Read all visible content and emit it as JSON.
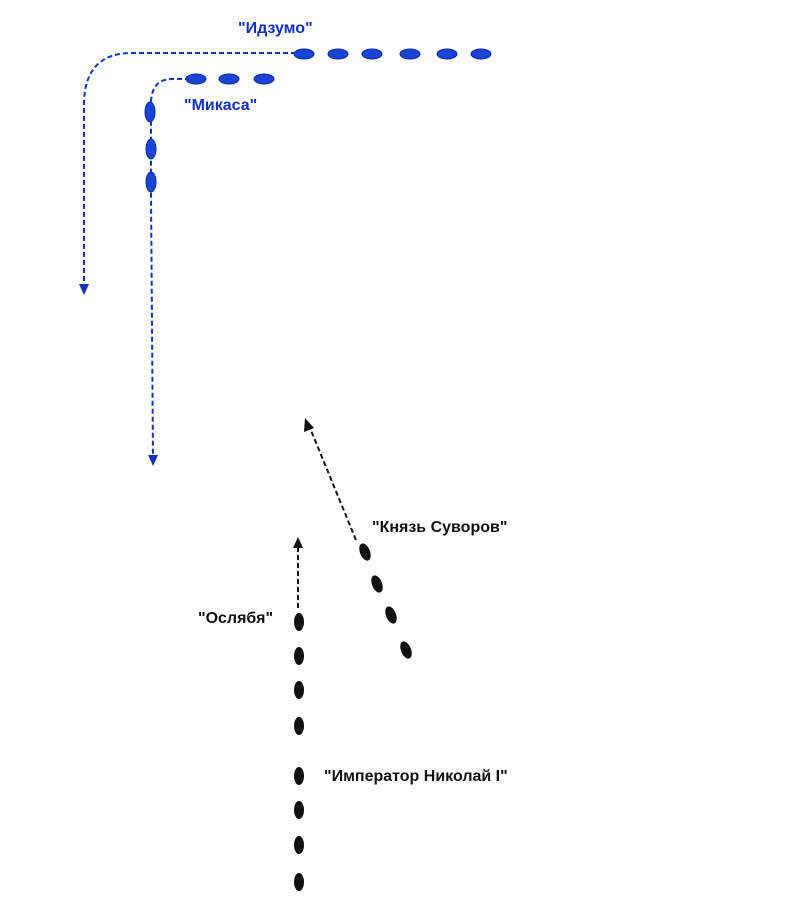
{
  "colors": {
    "japanese": "#1133bb",
    "japanese_ship": "#1a44d6",
    "russian": "#111111",
    "background": "#ffffff"
  },
  "labels": {
    "izumo": "\"Идзумо\"",
    "mikasa": "\"Микаса\"",
    "suvorov": "\"Князь Суворов\"",
    "oslyabya": "\"Ослябя\"",
    "nikolai": "\"Император Николай I\""
  },
  "icons": {
    "ship": "ellipse-ship-icon",
    "arrow": "arrowhead-icon"
  }
}
